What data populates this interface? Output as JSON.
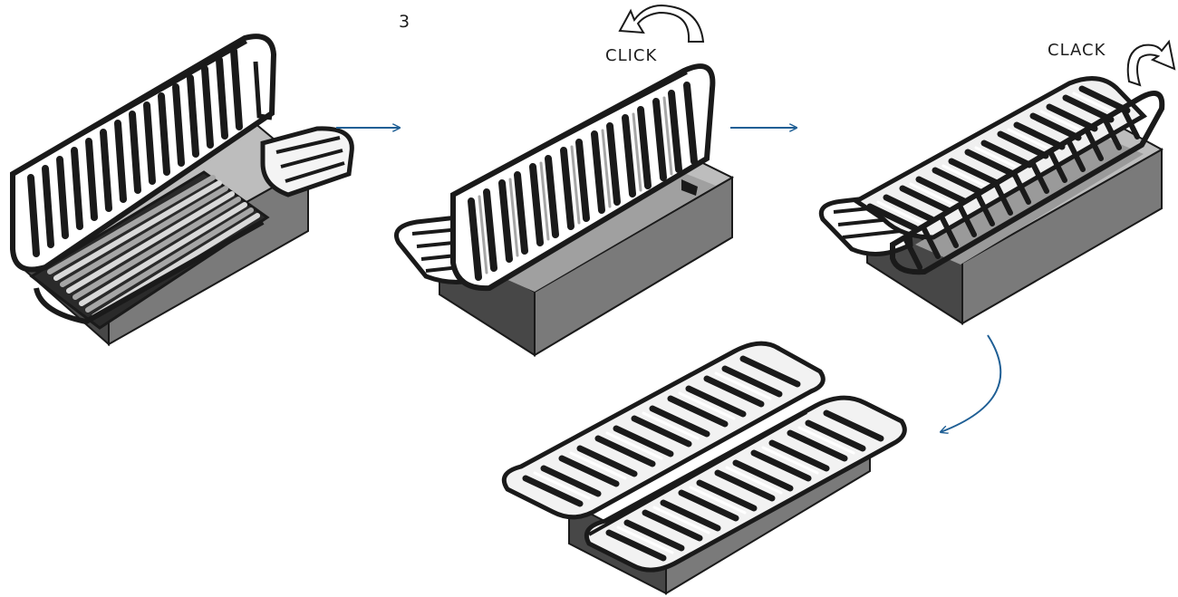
{
  "step_number": "3",
  "click_label": "CLICK",
  "clack_label": "CLACK",
  "colors": {
    "arrow": "#1f5f95",
    "frame": "#1a1a1a",
    "slat": "#a6a6a6",
    "slat_light": "#e6e6e6",
    "base_top": "#bdbdbd",
    "base_side": "#7a7a7a",
    "base_front": "#474747"
  },
  "icons": [
    "arrow-right-icon",
    "arrow-right-icon",
    "curved-arrow-down-left-icon",
    "curved-rotate-arrow-icon",
    "curved-rotate-arrow-icon"
  ]
}
